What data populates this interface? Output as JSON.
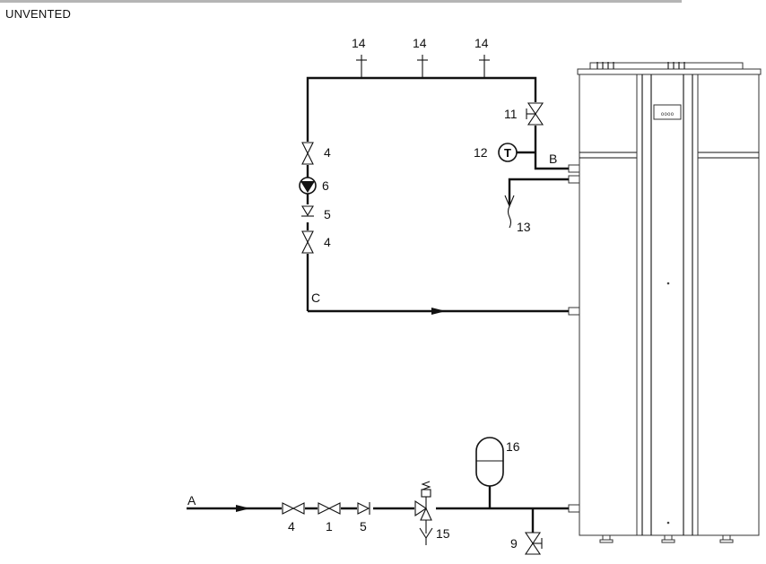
{
  "title": "UNVENTED",
  "labels": {
    "A": "A",
    "B": "B",
    "C": "C",
    "n14": "14",
    "n11": "11",
    "n12": "12",
    "n13": "13",
    "n4": "4",
    "n6": "6",
    "n5": "5",
    "n16": "16",
    "n1": "1",
    "n15": "15",
    "n9": "9"
  },
  "symbols": {
    "thermometer": "T"
  }
}
